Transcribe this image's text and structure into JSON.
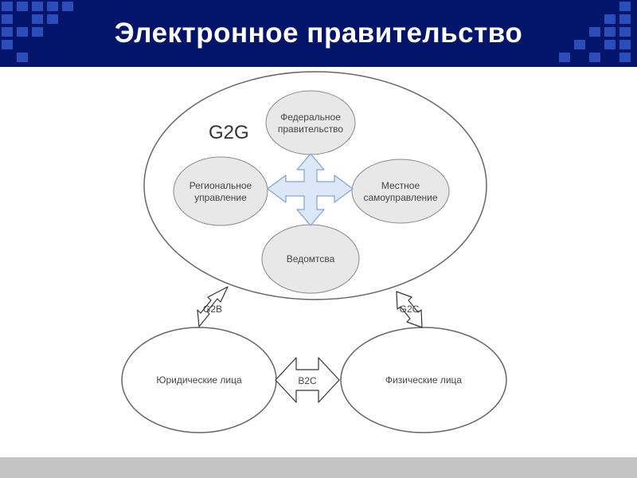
{
  "title": "Электронное правительство",
  "colors": {
    "header_bg": "#02156b",
    "header_square": "#2a4db8",
    "footer_bg": "#c3c3c3",
    "node_fill": "#e8e8e8",
    "arrow_fill": "#dce8f8",
    "arrow_stroke": "#7fa3d4"
  },
  "diagram": {
    "g2g_label": "G2G",
    "nodes": {
      "federal": [
        "Федеральное",
        "правительство"
      ],
      "regional": [
        "Региональное",
        "управление"
      ],
      "local": [
        "Местное",
        "самоуправление"
      ],
      "agencies": [
        "Ведомтсва"
      ],
      "legal": [
        "Юридические лица"
      ],
      "individuals": [
        "Физические лица"
      ]
    },
    "links": {
      "g2b": "G2B",
      "g2c": "G2C",
      "b2c": "B2C"
    }
  }
}
